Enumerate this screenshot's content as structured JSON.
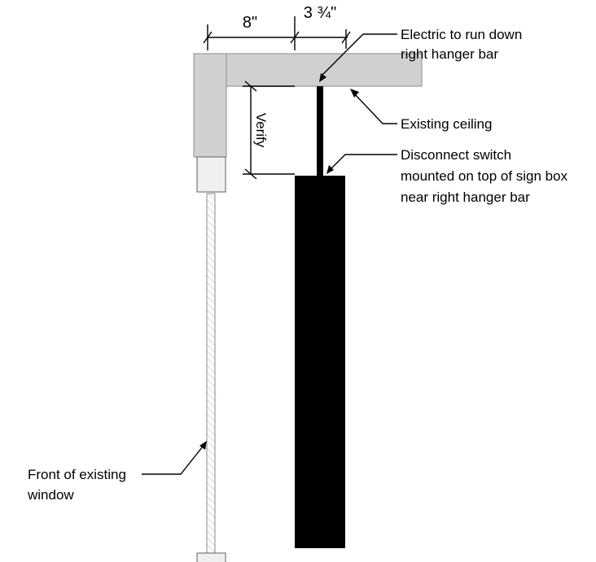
{
  "dimensions": {
    "width_left": "8\"",
    "width_right": "3 ¾\"",
    "vertical": "Verify"
  },
  "callouts": {
    "electric": [
      "Electric to run down",
      "right hanger bar"
    ],
    "ceiling": [
      "Existing ceiling"
    ],
    "switch": [
      "Disconnect switch",
      "mounted on top of sign box",
      "near right hanger bar"
    ],
    "window": [
      "Front of existing",
      "window"
    ]
  },
  "colors": {
    "header_fill": "#d0d0d0",
    "header_stroke": "#9a9a9a",
    "sign_box": "#000000",
    "glass_hatch": "#9ec9d6"
  }
}
